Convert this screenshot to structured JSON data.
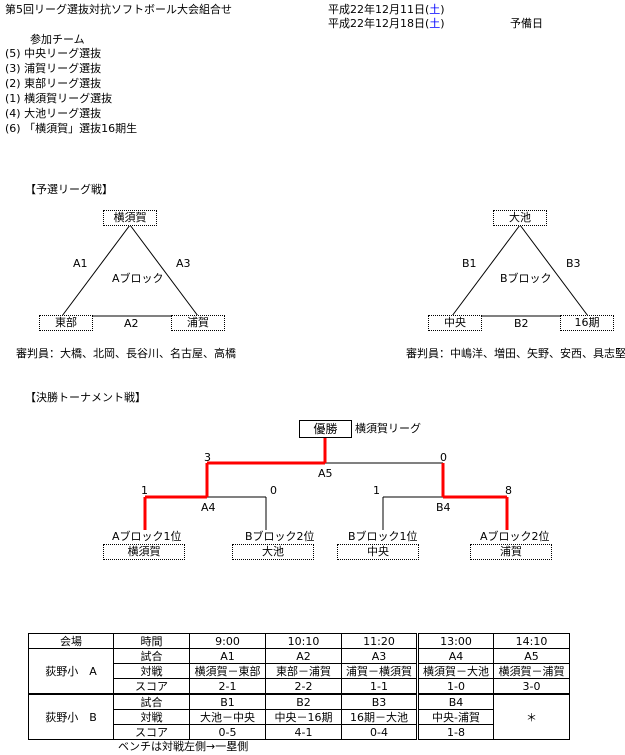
{
  "title": "第5回リーグ選抜対抗ソフトボール大会組合せ",
  "dates": {
    "date1_text": "平成22年12月11日(",
    "date1_day": "土",
    "date1_close": ")",
    "date2_text": "平成22年12月18日(",
    "date2_day": "土",
    "date2_close": ")",
    "reserve": "予備日"
  },
  "participants": {
    "heading": "参加チーム",
    "teams": [
      "(5) 中央リーグ選抜",
      "(3) 浦賀リーグ選抜",
      "(2) 東部リーグ選抜",
      "(1) 横須賀リーグ選抜",
      "(4) 大池リーグ選抜",
      "(6) 「横須賀」選抜16期生"
    ]
  },
  "league": {
    "heading": "【予選リーグ戦】",
    "blockA": {
      "top": "横須賀",
      "left": "東部",
      "right": "浦賀",
      "edge_left": "A1",
      "edge_right": "A3",
      "edge_bottom": "A2",
      "label": "Aブロック",
      "umpires": "審判員：大橋、北岡、長谷川、名古屋、高橋"
    },
    "blockB": {
      "top": "大池",
      "left": "中央",
      "right": "16期",
      "edge_left": "B1",
      "edge_right": "B3",
      "edge_bottom": "B2",
      "label": "Bブロック",
      "umpires": "審判員：中嶋洋、増田、矢野、安西、具志堅"
    }
  },
  "tournament": {
    "heading": "【決勝トーナメント戦】",
    "champion_label": "優勝",
    "champion_team": "横須賀リーグ",
    "final_game": "A5",
    "final_left_score": "3",
    "final_right_score": "0",
    "semi_left_game": "A4",
    "semi_left_scores": [
      "1",
      "0"
    ],
    "semi_right_game": "B4",
    "semi_right_scores": [
      "1",
      "8"
    ],
    "slots": [
      {
        "seed": "Aブロック1位",
        "team": "横須賀"
      },
      {
        "seed": "Bブロック2位",
        "team": "大池"
      },
      {
        "seed": "Bブロック1位",
        "team": "中央"
      },
      {
        "seed": "Aブロック2位",
        "team": "浦賀"
      }
    ],
    "winner_color": "#ff0000"
  },
  "schedule": {
    "header": [
      "会場",
      "時間",
      "9:00",
      "10:10",
      "11:20",
      "13:00",
      "14:10"
    ],
    "venueA": {
      "name": "荻野小　A",
      "rows": [
        [
          "試合",
          "A1",
          "A2",
          "A3",
          "A4",
          "A5"
        ],
        [
          "対戦",
          "横須賀－東部",
          "東部－浦賀",
          "浦賀－横須賀",
          "横須賀－大池",
          "横須賀－浦賀"
        ],
        [
          "スコア",
          "2-1",
          "2-2",
          "1-1",
          "1-0",
          "3-0"
        ]
      ]
    },
    "venueB": {
      "name": "荻野小　B",
      "rows": [
        [
          "試合",
          "B1",
          "B2",
          "B3",
          "B4"
        ],
        [
          "対戦",
          "大池－中央",
          "中央－16期",
          "16期－大池",
          "中央-浦賀"
        ],
        [
          "スコア",
          "0-5",
          "4-1",
          "0-4",
          "1-8"
        ]
      ],
      "blank_mark": "＊"
    },
    "footnote": "ベンチは対戦左側→一塁側"
  }
}
